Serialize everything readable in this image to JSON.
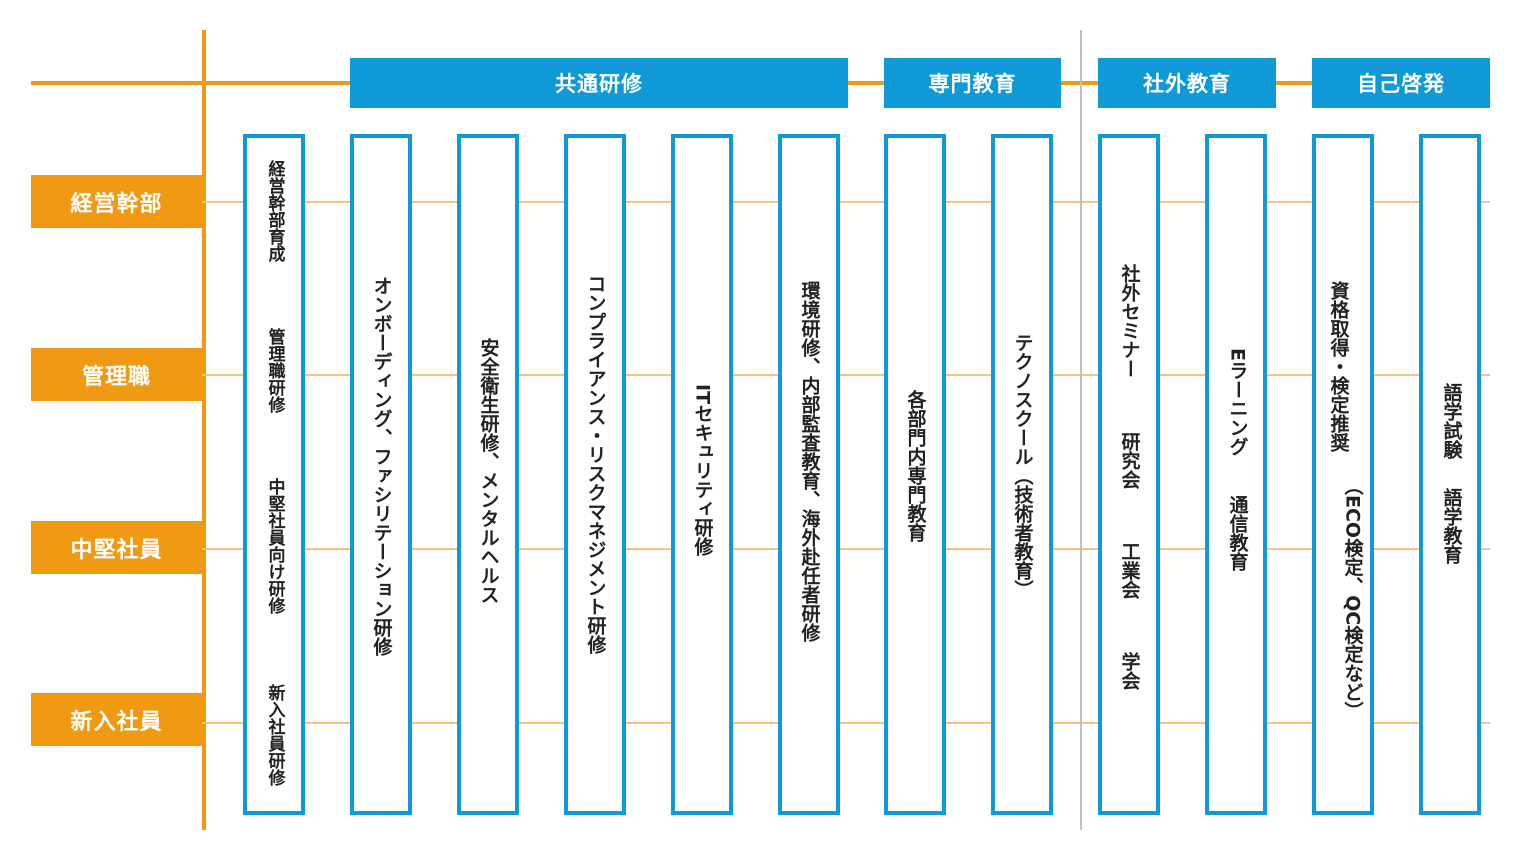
{
  "categories": {
    "common": "共通研修",
    "specialized": "専門教育",
    "external": "社外教育",
    "self": "自己啓発"
  },
  "levels": [
    "経営幹部",
    "管理職",
    "中堅社員",
    "新入社員"
  ],
  "columns": {
    "c1": [
      "経営幹部育成",
      "管理職研修",
      "中堅社員向け研修",
      "新入社員研修"
    ],
    "c2": "オンボーディング、ファシリテーション研修",
    "c3": "安全衛生研修、メンタルヘルス",
    "c4": "コンプライアンス・リスクマネジメント研修",
    "c5": "ITセキュリティ研修",
    "c6": "環境研修、内部監査教育、海外赴任者研修",
    "c7": "各部門内専門教育",
    "c8": "テクノスクール（技術者教育）",
    "c9": [
      "社外セミナー",
      "研究会",
      "工業会",
      "学会"
    ],
    "c10": [
      "Eラーニング",
      "通信教育"
    ],
    "c11": [
      "資格取得・検定推奨",
      "（ECO検定、QC検定など）"
    ],
    "c12": [
      "語学試験",
      "語学教育"
    ]
  },
  "colors": {
    "blue": "#0f9ad7",
    "orange": "#ef9a12",
    "light_orange": "#f6c57a",
    "gray": "#bfbfbf"
  }
}
